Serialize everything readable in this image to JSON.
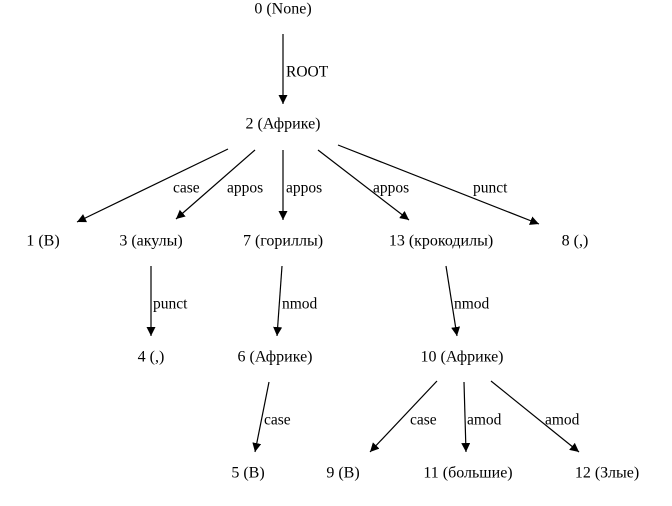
{
  "nodes": [
    {
      "id": "n0",
      "label": "0 (None)"
    },
    {
      "id": "n2",
      "label": "2 (Африке)"
    },
    {
      "id": "n1",
      "label": "1 (В)"
    },
    {
      "id": "n3",
      "label": "3 (акулы)"
    },
    {
      "id": "n7",
      "label": "7 (гориллы)"
    },
    {
      "id": "n13",
      "label": "13 (крокодилы)"
    },
    {
      "id": "n8",
      "label": "8 (,)"
    },
    {
      "id": "n4",
      "label": "4 (,)"
    },
    {
      "id": "n6",
      "label": "6 (Африке)"
    },
    {
      "id": "n10",
      "label": "10 (Африке)"
    },
    {
      "id": "n5",
      "label": "5 (В)"
    },
    {
      "id": "n9",
      "label": "9 (В)"
    },
    {
      "id": "n11",
      "label": "11 (большие)"
    },
    {
      "id": "n12",
      "label": "12 (Злые)"
    }
  ],
  "edges": [
    {
      "from": "n0",
      "to": "n2",
      "label": "ROOT"
    },
    {
      "from": "n2",
      "to": "n1",
      "label": "case"
    },
    {
      "from": "n2",
      "to": "n3",
      "label": "appos"
    },
    {
      "from": "n2",
      "to": "n7",
      "label": "appos"
    },
    {
      "from": "n2",
      "to": "n13",
      "label": "appos"
    },
    {
      "from": "n2",
      "to": "n8",
      "label": "punct"
    },
    {
      "from": "n3",
      "to": "n4",
      "label": "punct"
    },
    {
      "from": "n7",
      "to": "n6",
      "label": "nmod"
    },
    {
      "from": "n13",
      "to": "n10",
      "label": "nmod"
    },
    {
      "from": "n6",
      "to": "n5",
      "label": "case"
    },
    {
      "from": "n10",
      "to": "n9",
      "label": "case"
    },
    {
      "from": "n10",
      "to": "n11",
      "label": "amod"
    },
    {
      "from": "n10",
      "to": "n12",
      "label": "amod"
    }
  ]
}
